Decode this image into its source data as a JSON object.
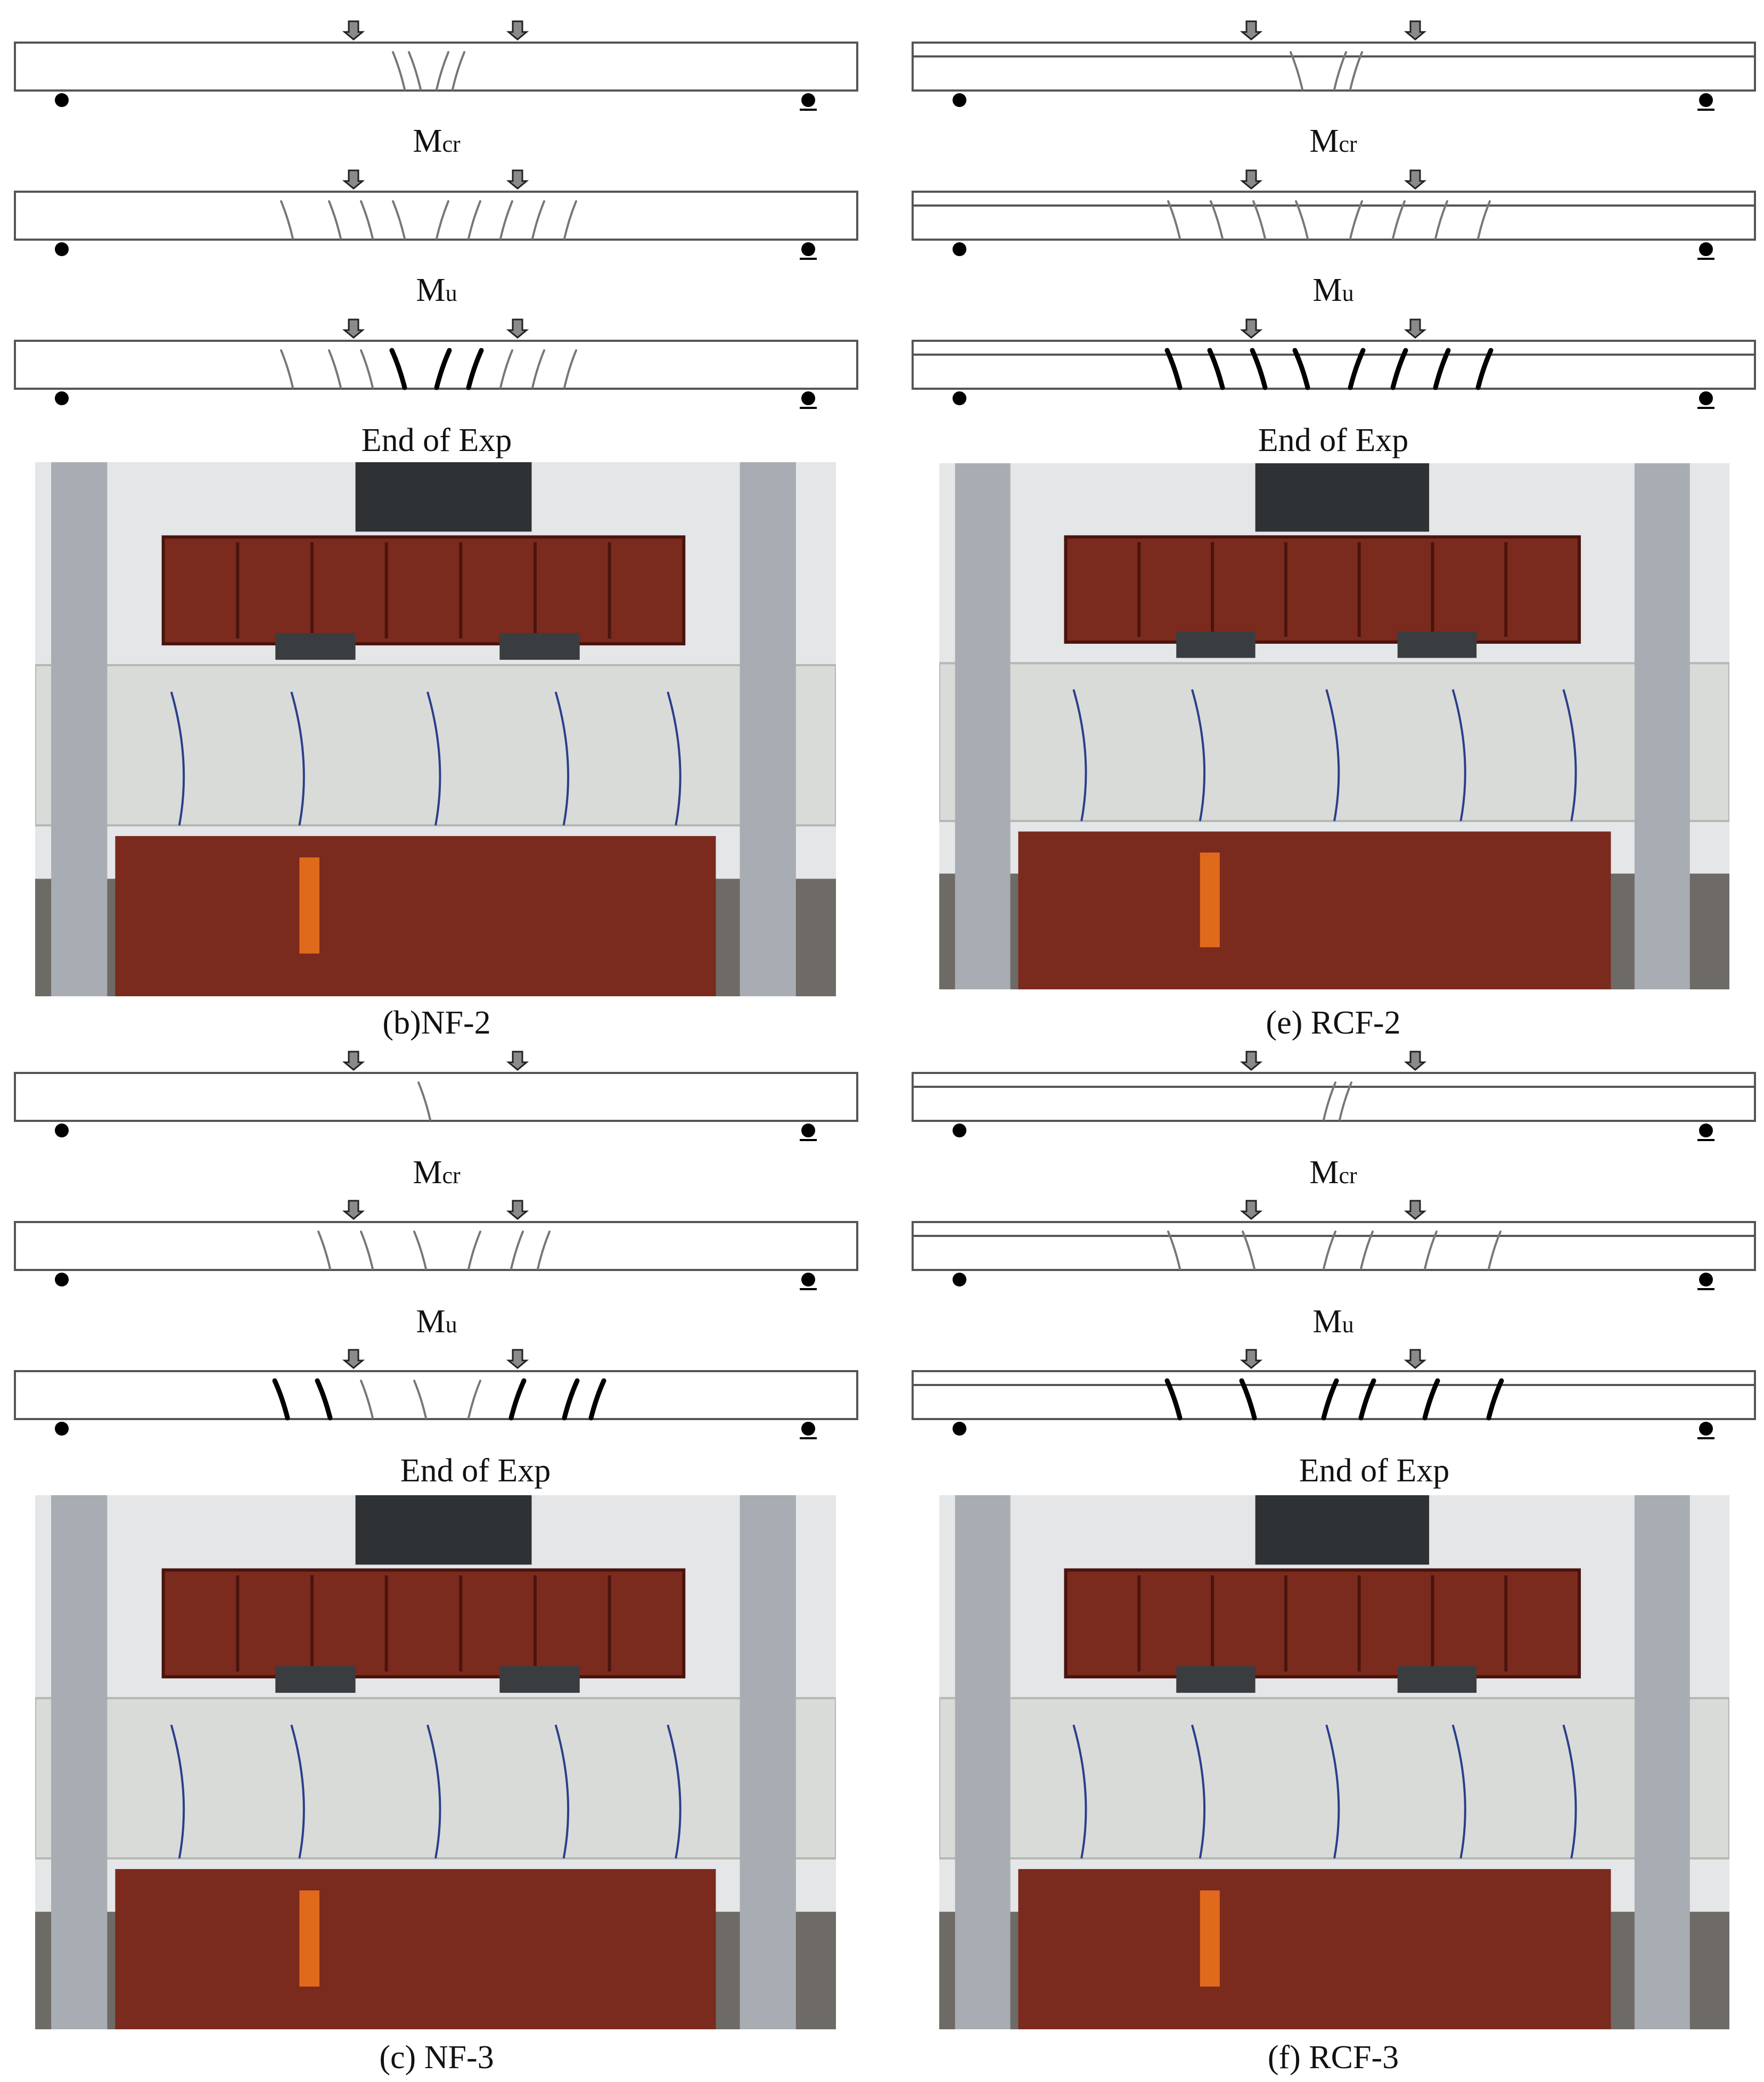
{
  "stage_labels": {
    "cracking_main": "M",
    "cracking_sub": "cr",
    "ultimate_main": "M",
    "ultimate_sub": "u",
    "end": "End of Exp"
  },
  "panels": [
    {
      "id": "nf2",
      "caption": "(b)NF-2",
      "topping_layer": false,
      "photo_alt": "NF-2 beam specimen in loading frame"
    },
    {
      "id": "rcf2",
      "caption": "(e) RCF-2",
      "topping_layer": true,
      "photo_alt": "RCF-2 beam specimen in loading frame"
    },
    {
      "id": "nf3",
      "caption": "(c) NF-3",
      "topping_layer": false,
      "photo_alt": "NF-3 beam specimen in loading frame"
    },
    {
      "id": "rcf3",
      "caption": "(f) RCF-3",
      "topping_layer": true,
      "photo_alt": "RCF-3 beam specimen in loading frame"
    }
  ],
  "colors": {
    "beam_outline": "#555555",
    "crack_light": "#777777",
    "crack_dark": "#000000",
    "steel_frame": "#7b2a1e",
    "concrete": "#d9dbd8",
    "column": "#a7adb2"
  }
}
